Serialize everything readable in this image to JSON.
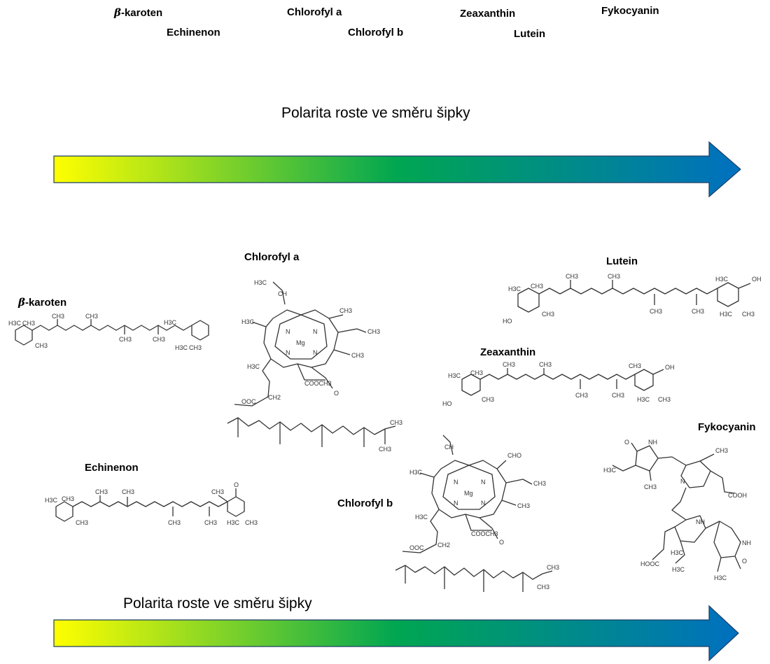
{
  "top_labels": {
    "beta_prefix": "β",
    "beta_suffix": "-karoten",
    "echinenon": "Echinenon",
    "chlorofyl_a": "Chlorofyl a",
    "chlorofyl_b": "Chlorofyl b",
    "zeaxanthin": "Zeaxanthin",
    "lutein": "Lutein",
    "fykocyanin": "Fykocyanin"
  },
  "arrow_caption_top": "Polarita roste ve směru šipky",
  "arrow_caption_bottom": "Polarita roste ve směru šipky",
  "structures": {
    "beta_prefix": "β",
    "beta_suffix": "-karoten",
    "echinenon": "Echinenon",
    "chlorofyl_a": "Chlorofyl a",
    "chlorofyl_b": "Chlorofyl b",
    "zeaxanthin": "Zeaxanthin",
    "lutein": "Lutein",
    "fykocyanin": "Fykocyanin"
  },
  "gradient_colors": [
    "#ffff00",
    "#00a651",
    "#0070c0"
  ],
  "atom_labels": {
    "ch3": "CH3",
    "h3c": "H3C",
    "oh": "OH",
    "ho": "HO",
    "mg": "Mg",
    "n": "N",
    "nh": "NH",
    "o": "O",
    "cooh": "COOH",
    "hooc": "HOOC",
    "cooch3": "COOCH3",
    "ooc": "OOC",
    "ch2": "CH2",
    "cho": "CHO",
    "ch": "CH"
  }
}
